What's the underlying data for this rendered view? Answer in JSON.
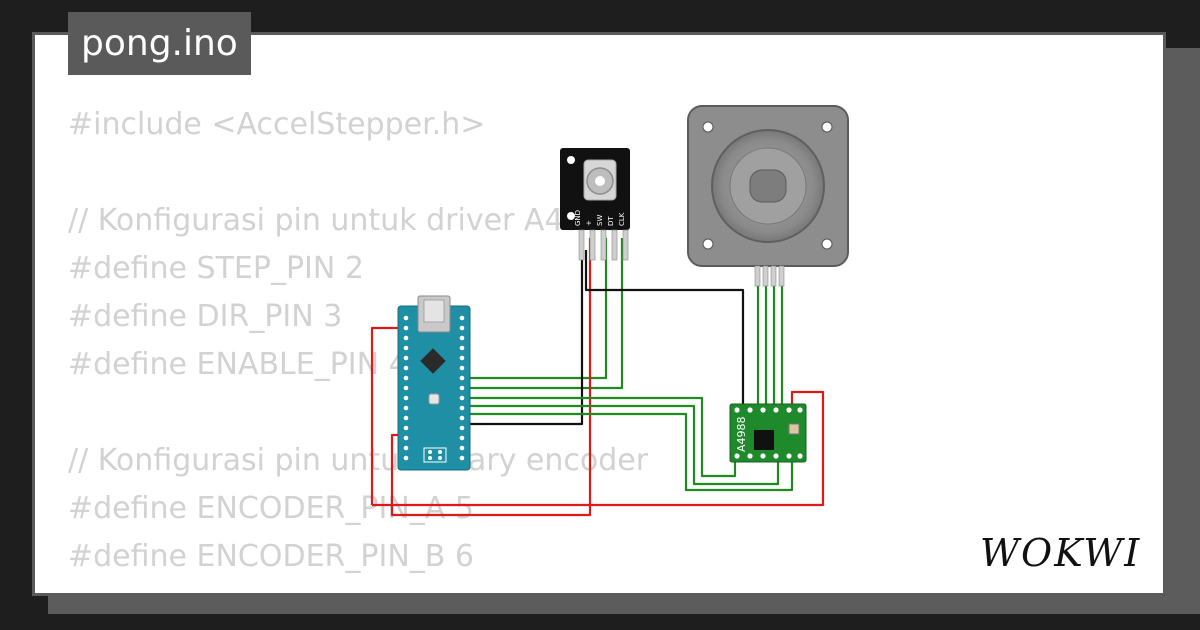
{
  "project": {
    "title": "pong.ino"
  },
  "code_lines": [
    "#include <AccelStepper.h>",
    "",
    "// Konfigurasi pin untuk driver A4988",
    "#define STEP_PIN 2",
    "#define DIR_PIN 3",
    "#define ENABLE_PIN 4",
    "",
    "// Konfigurasi pin untuk rotary encoder",
    "#define ENCODER_PIN_A 5",
    "#define ENCODER_PIN_B 6"
  ],
  "encoder": {
    "pins": [
      "GND",
      "+",
      "SW",
      "DT",
      "CLK"
    ]
  },
  "driver": {
    "label": "A4988"
  },
  "brand": {
    "name": "WOKWI"
  },
  "colors": {
    "background": "#1e1e1e",
    "card": "#ffffff",
    "frame": "#5a5a5a",
    "code_text": "#d2d2d2",
    "arduino_board": "#1f8fa6",
    "driver_board": "#1f8a2c",
    "wire_green": "#1f8a1f",
    "wire_red": "#e01818",
    "wire_black": "#111111",
    "motor_body": "#8d8d8d"
  }
}
